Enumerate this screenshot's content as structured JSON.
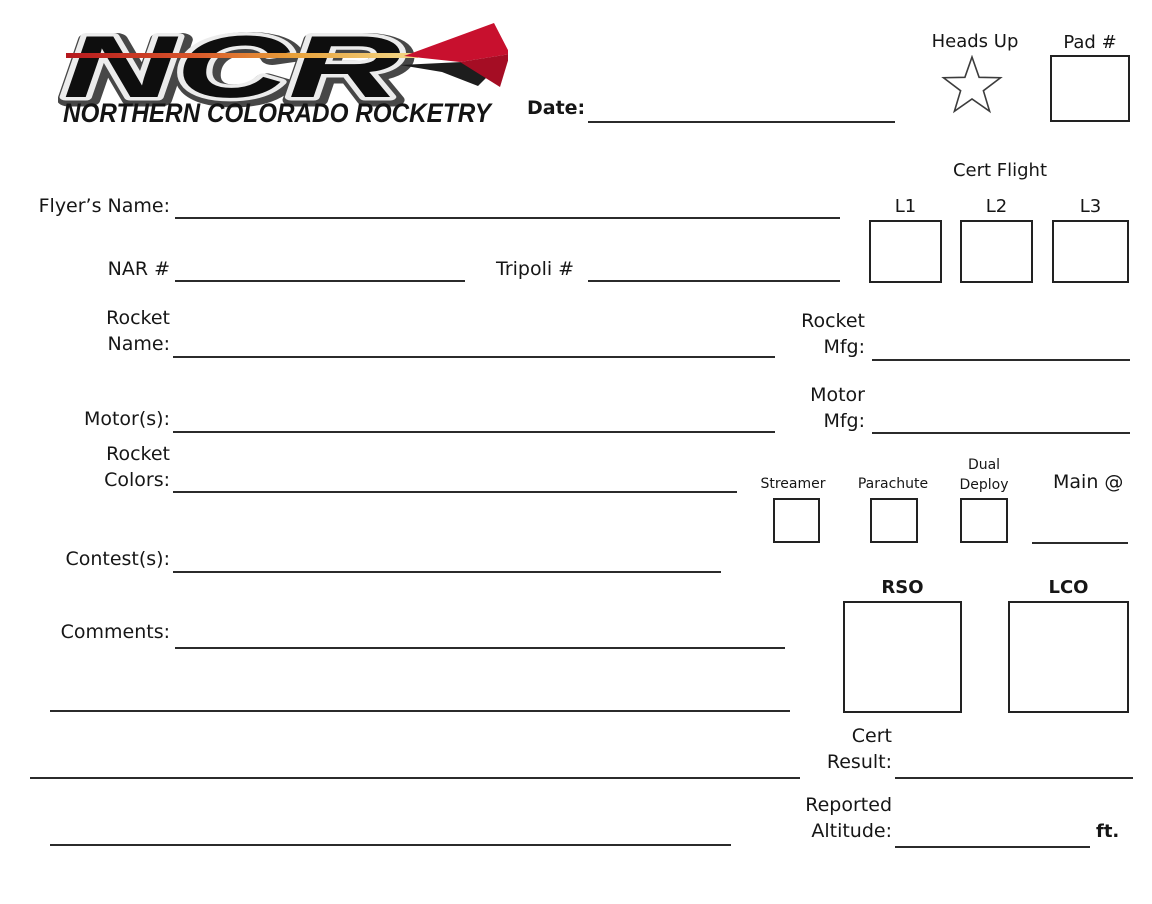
{
  "header": {
    "logo": {
      "acronym": "NCR",
      "name": "NORTHERN COLORADO ROCKETRY"
    },
    "date_label": "Date:",
    "heads_up_label": "Heads Up",
    "pad_label": "Pad #"
  },
  "cert_flight": {
    "title": "Cert Flight",
    "levels": [
      "L1",
      "L2",
      "L3"
    ]
  },
  "fields": {
    "flyers_name": "Flyer’s Name:",
    "nar": "NAR #",
    "tripoli": "Tripoli #",
    "rocket_name": [
      "Rocket",
      "Name:"
    ],
    "rocket_mfg": [
      "Rocket",
      "Mfg:"
    ],
    "motors": "Motor(s):",
    "motor_mfg": [
      "Motor",
      "Mfg:"
    ],
    "rocket_colors": [
      "Rocket",
      "Colors:"
    ],
    "contests": "Contest(s):",
    "comments": "Comments:"
  },
  "recovery": {
    "streamer": "Streamer",
    "parachute": "Parachute",
    "dual_deploy": [
      "Dual",
      "Deploy"
    ],
    "main_at": "Main @"
  },
  "officials": {
    "rso": "RSO",
    "lco": "LCO"
  },
  "results": {
    "cert_result": [
      "Cert",
      "Result:"
    ],
    "reported_altitude": [
      "Reported",
      "Altitude:"
    ],
    "ft": "ft."
  },
  "colors": {
    "logo_red": "#c8102e",
    "logo_black": "#0e0e0e",
    "logo_chrome": "#ededed",
    "contrail_red": "#b5181e",
    "contrail_yellow": "#f3d98a",
    "line": "#2b2b2b"
  }
}
